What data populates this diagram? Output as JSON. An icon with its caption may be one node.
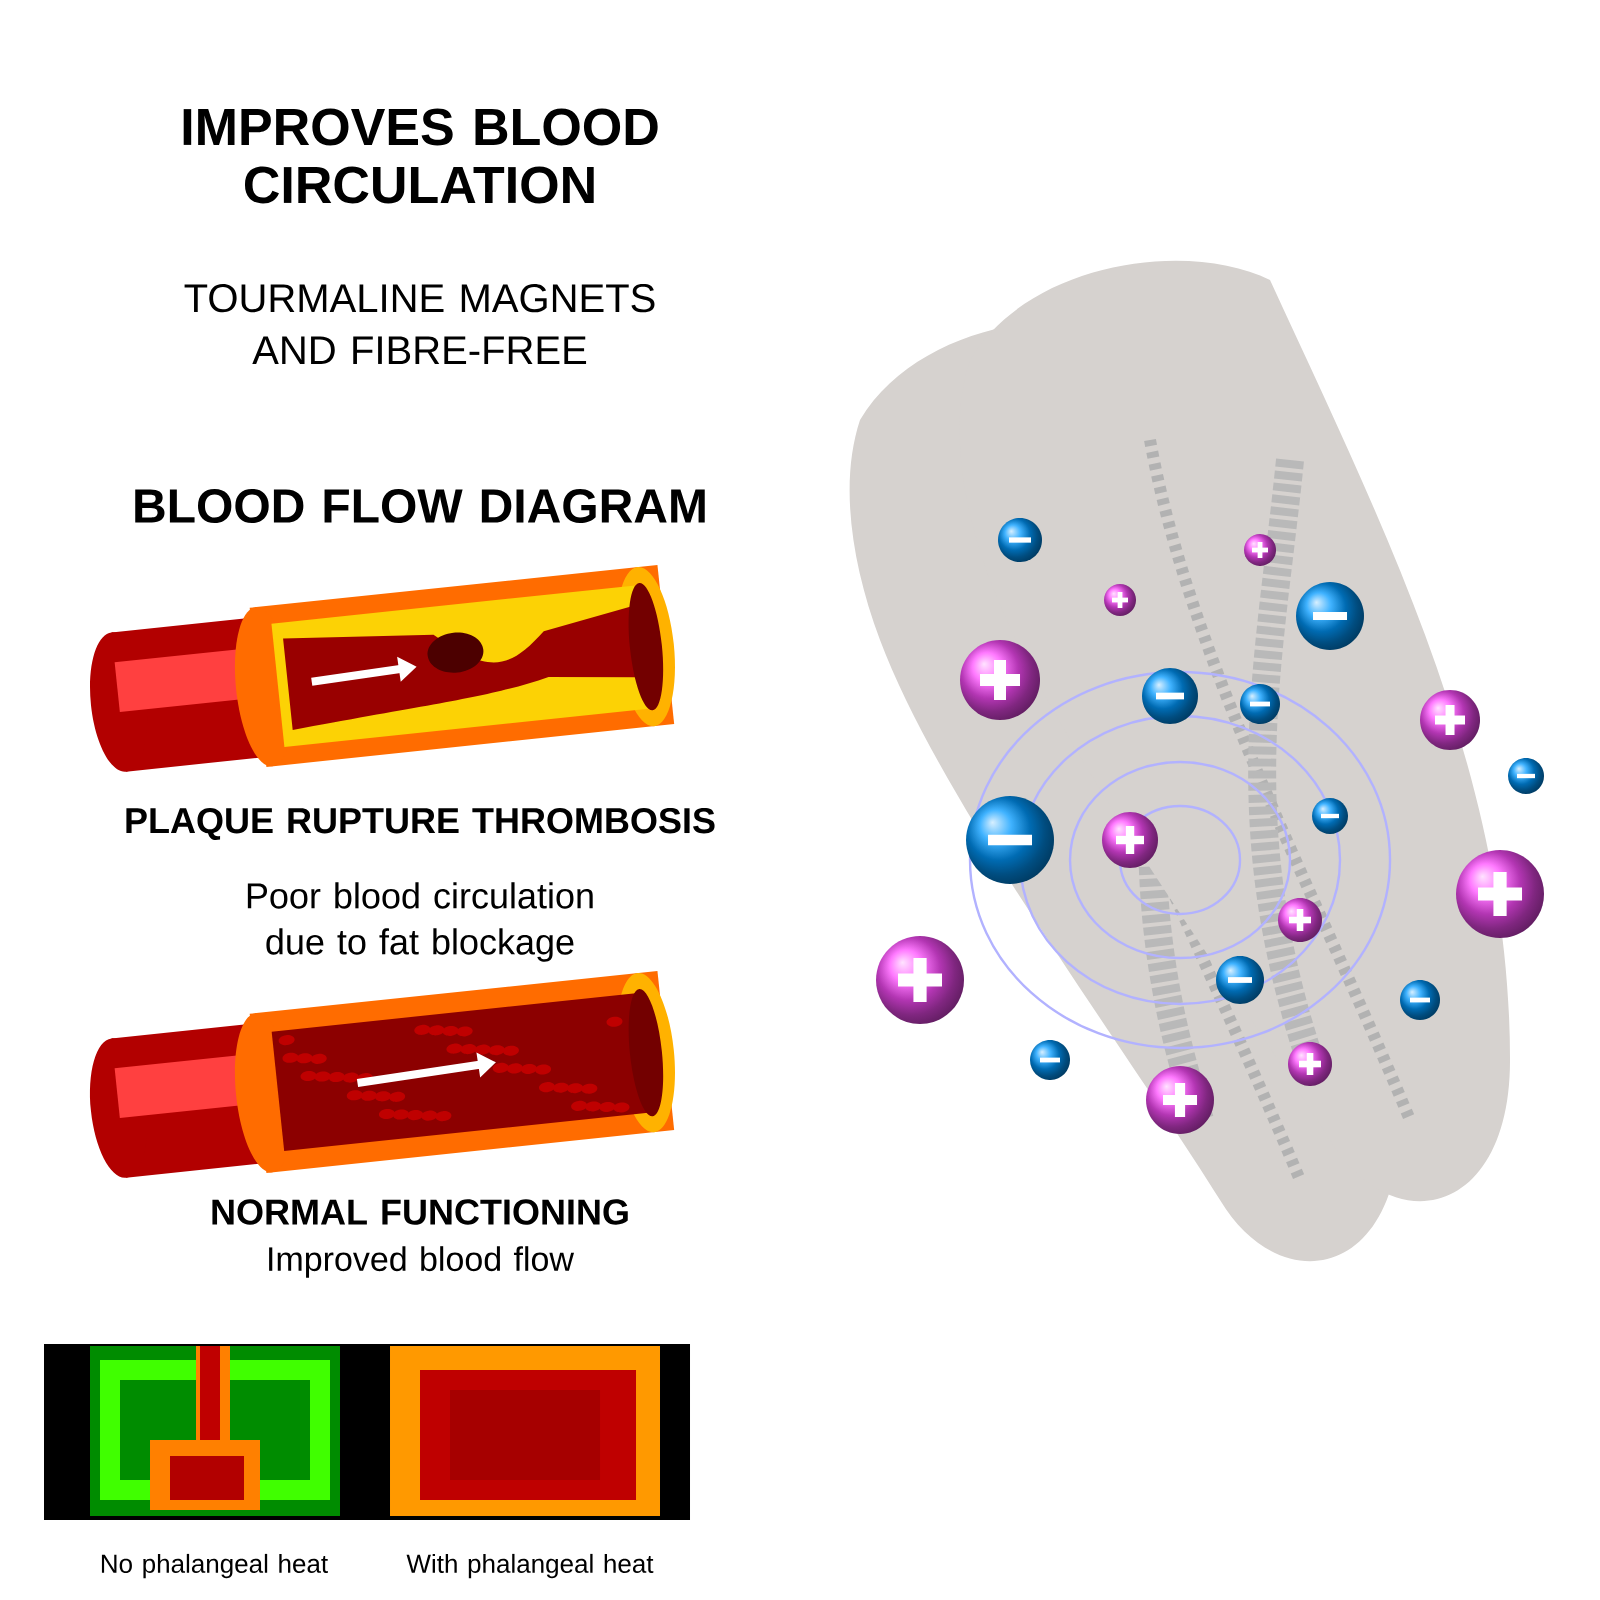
{
  "diagram": {
    "title": "IMPROVES BLOOD CIRCULATION",
    "labels": [
      "TOURMALINE MAGNETS AND FIBRE-FREE",
      "BLOOD FLOW DIAGRAM",
      "PLAQUE RUPTURE THROMBOSIS",
      "Poor blood circulation due to fat blockage",
      "NORMAL FUNCTIONING",
      "Improved blood flow",
      "No phalangeal heat",
      "With phalangeal heat"
    ]
  }
}
